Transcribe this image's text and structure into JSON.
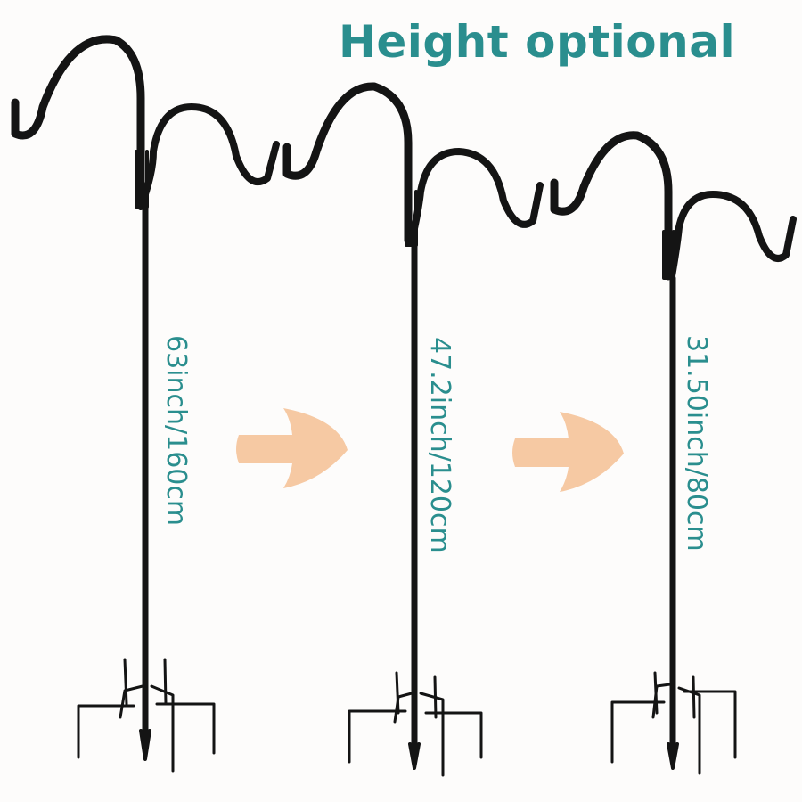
{
  "headline": "Height optional",
  "colors": {
    "text": "#2a8e8e",
    "hook": "#141414",
    "arrow": "#f6c9a3",
    "background": "#fdfcfb"
  },
  "hooks": [
    {
      "label": "63inch/160cm"
    },
    {
      "label": "47.2inch/120cm"
    },
    {
      "label": "31.50inch/80cm"
    }
  ],
  "arrows": [
    "arrow-right-icon",
    "arrow-right-icon"
  ]
}
